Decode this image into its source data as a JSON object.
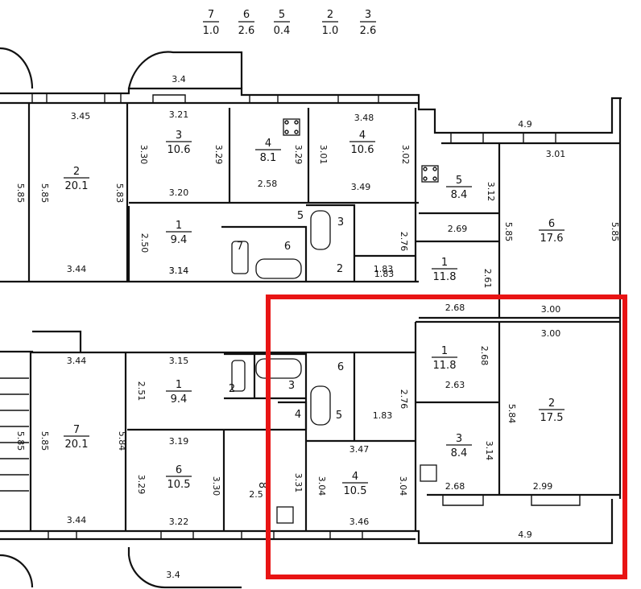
{
  "highlight_color": "#e81414",
  "legend": [
    {
      "room": "7",
      "area": "1.0"
    },
    {
      "room": "6",
      "area": "2.6"
    },
    {
      "room": "5",
      "area": "0.4"
    },
    {
      "room": "2",
      "area": "1.0"
    },
    {
      "room": "3",
      "area": "2.6"
    }
  ],
  "rooms": [
    {
      "id": "t2",
      "num": "2",
      "area": "20.1"
    },
    {
      "id": "t3",
      "num": "3",
      "area": "10.6"
    },
    {
      "id": "t4a",
      "num": "4",
      "area": "8.1"
    },
    {
      "id": "t4b",
      "num": "4",
      "area": "10.6"
    },
    {
      "id": "t1",
      "num": "1",
      "area": "9.4"
    },
    {
      "id": "t7",
      "num": "7",
      "area": ""
    },
    {
      "id": "t6",
      "num": "6",
      "area": ""
    },
    {
      "id": "t3s",
      "num": "3",
      "area": ""
    },
    {
      "id": "t2s",
      "num": "2",
      "area": "1.83"
    },
    {
      "id": "t5",
      "num": "5",
      "area": "8.4"
    },
    {
      "id": "t6r",
      "num": "6",
      "area": "17.6"
    },
    {
      "id": "t1r",
      "num": "1",
      "area": "11.8"
    },
    {
      "id": "t5s",
      "num": "5",
      "area": ""
    },
    {
      "id": "b7",
      "num": "7",
      "area": "20.1"
    },
    {
      "id": "b1",
      "num": "1",
      "area": "9.4"
    },
    {
      "id": "b6",
      "num": "6",
      "area": "10.5"
    },
    {
      "id": "b8",
      "num": "8",
      "area": ""
    },
    {
      "id": "b4",
      "num": "4",
      "area": "10.5"
    },
    {
      "id": "b1r",
      "num": "1",
      "area": "11.8"
    },
    {
      "id": "b2r",
      "num": "2",
      "area": "17.5"
    },
    {
      "id": "b3r",
      "num": "3",
      "area": "8.4"
    },
    {
      "id": "b6s",
      "num": "6",
      "area": ""
    },
    {
      "id": "b5s",
      "num": "5",
      "area": "1.83"
    },
    {
      "id": "b2s",
      "num": "2",
      "area": ""
    },
    {
      "id": "b3s",
      "num": "3",
      "area": ""
    },
    {
      "id": "b4s",
      "num": "4",
      "area": ""
    }
  ],
  "dimensions": [
    "3.4",
    "3.45",
    "3.21",
    "3.48",
    "4.9",
    "3.01",
    "3.30",
    "3.29",
    "3.29",
    "3.01",
    "3.02",
    "5.85",
    "5.85",
    "5.83",
    "3.20",
    "2.58",
    "3.49",
    "3.12",
    "2.69",
    "5.85",
    "5.85",
    "2.50",
    "3.14",
    "2.76",
    "3.44",
    "3.14",
    "1.83",
    "2.61",
    "2.68",
    "3.00",
    "3.00",
    "2.68",
    "3.44",
    "3.15",
    "2.51",
    "2.63",
    "2.76",
    "5.84",
    "5.85",
    "5.85",
    "5.84",
    "3.19",
    "3.47",
    "3.14",
    "3.29",
    "3.30",
    "3.31",
    "3.04",
    "3.04",
    "2.68",
    "2.99",
    "2.5",
    "3.44",
    "3.22",
    "3.46",
    "4.9",
    "3.4"
  ]
}
